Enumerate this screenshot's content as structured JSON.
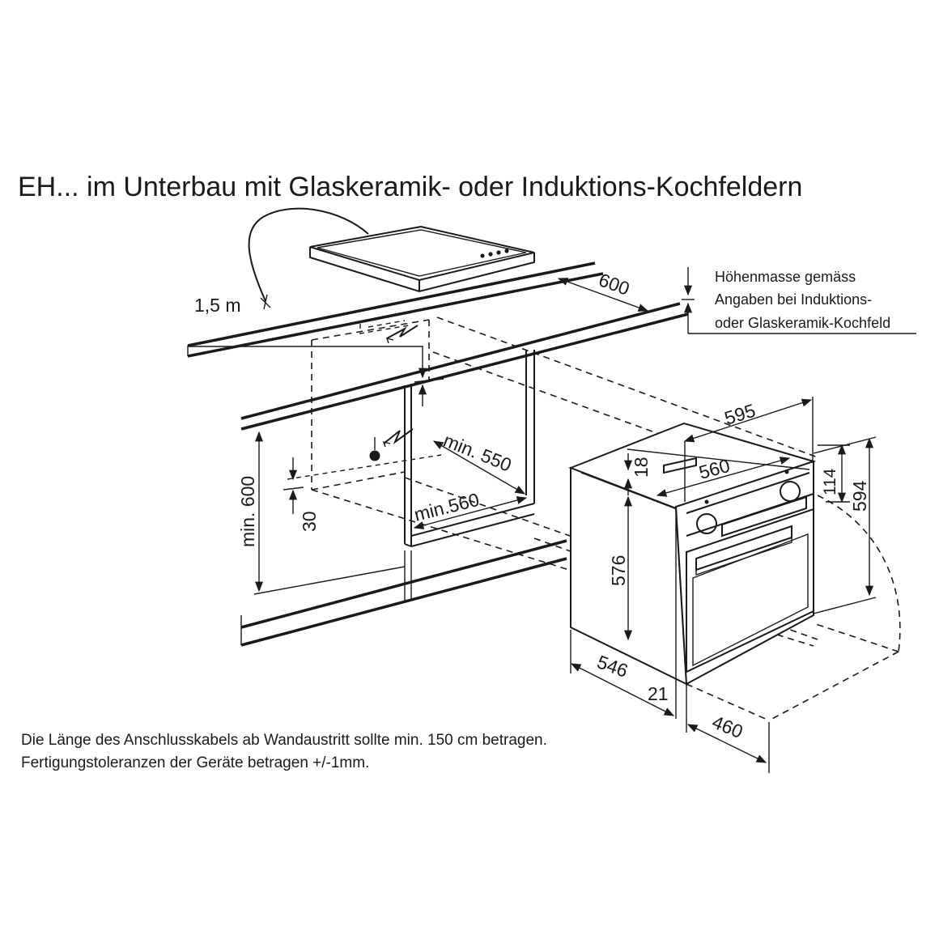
{
  "title": "EH... im Unterbau mit Glaskeramik- oder Induktions-Kochfeldern",
  "cable_length": "1,5 m",
  "height_note": {
    "line1": "Höhenmasse gemäss",
    "line2": "Angaben bei Induktions-",
    "line3": "oder Glaskeramik-Kochfeld"
  },
  "dimensions": {
    "worktop_depth": "600",
    "niche_height": "min. 600",
    "niche_depth": "min. 550",
    "niche_width": "min.560",
    "socket_offset": "30",
    "oven_width": "595",
    "oven_inner_width": "560",
    "top_strip": "18",
    "panel_height": "114",
    "oven_height": "594",
    "body_height": "576",
    "body_depth": "546",
    "front_thickness": "21",
    "door_swing": "460"
  },
  "footnotes": {
    "line1": "Die Länge des Anschlusskabels ab Wandaustritt sollte min. 150 cm betragen.",
    "line2": "Fertigungstoleranzen der Geräte betragen +/-1mm."
  }
}
